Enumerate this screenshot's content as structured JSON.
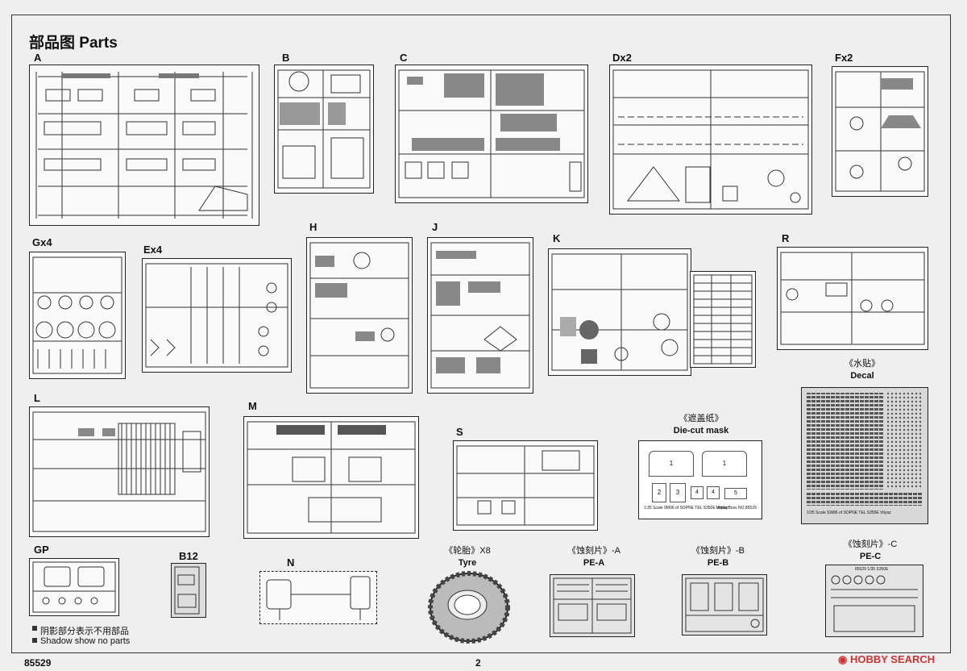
{
  "page": {
    "title": "部品图 Parts",
    "kit_number": "85529",
    "page_number": "2",
    "watermark": "HOBBY SEARCH"
  },
  "sprues": [
    {
      "id": "A",
      "label": "A"
    },
    {
      "id": "B",
      "label": "B"
    },
    {
      "id": "C",
      "label": "C"
    },
    {
      "id": "Dx2",
      "label": "Dx2"
    },
    {
      "id": "Fx2",
      "label": "Fx2"
    },
    {
      "id": "Gx4",
      "label": "Gx4"
    },
    {
      "id": "Ex4",
      "label": "Ex4"
    },
    {
      "id": "H",
      "label": "H"
    },
    {
      "id": "J",
      "label": "J"
    },
    {
      "id": "K",
      "label": "K"
    },
    {
      "id": "R",
      "label": "R"
    },
    {
      "id": "L",
      "label": "L"
    },
    {
      "id": "M",
      "label": "M"
    },
    {
      "id": "S",
      "label": "S"
    },
    {
      "id": "GP",
      "label": "GP"
    },
    {
      "id": "B12",
      "label": "B12"
    },
    {
      "id": "N",
      "label": "N"
    }
  ],
  "decal": {
    "cn": "《水贴》",
    "en": "Decal",
    "fine_print": "1/35 Scale  SW86 of SOPNE TEL S350E Vityaz"
  },
  "mask": {
    "cn": "《遮盖纸》",
    "en": "Die-cut mask",
    "scale_text": "1:35 Scale 9M96 of SOPNE TEL S350E Vityaz",
    "brand": "HobbyBoss  NO.85529",
    "pieces": [
      "1",
      "1",
      "2",
      "3",
      "4",
      "4",
      "5"
    ]
  },
  "tyre": {
    "cn": "《轮胎》X8",
    "en": "Tyre"
  },
  "pe_a": {
    "cn": "《蚀刻片》-A",
    "en": "PE-A"
  },
  "pe_b": {
    "cn": "《蚀刻片》-B",
    "en": "PE-B"
  },
  "pe_c": {
    "cn": "《蚀刻片》-C",
    "en": "PE-C",
    "plate_text": "85529 1/35 S350E"
  },
  "legend": {
    "cn": "阴影部分表示不用部品",
    "en": "Shadow show no parts"
  }
}
